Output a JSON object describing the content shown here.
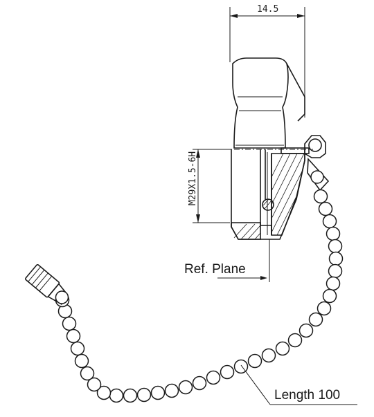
{
  "labels": {
    "width_dimension": "14.5",
    "thread_spec": "M29X1.5-6H",
    "ref_plane": "Ref. Plane",
    "chain_length": "Length 100"
  }
}
